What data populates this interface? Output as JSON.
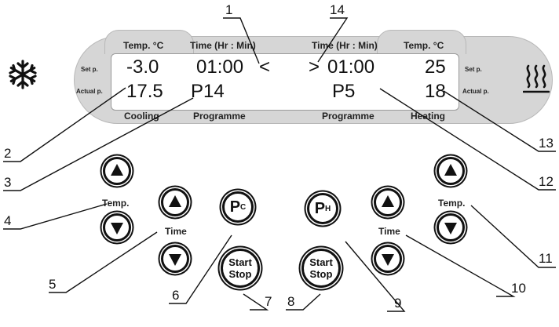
{
  "header": {
    "left_temp": "Temp. °C",
    "left_time": "Time (Hr : Min)",
    "right_time": "Time (Hr : Min)",
    "right_temp": "Temp. °C"
  },
  "footer": {
    "left_mode": "Cooling",
    "left_prog": "Programme",
    "right_prog": "Programme",
    "right_mode": "Heating"
  },
  "display": {
    "setp_label": "Set p.",
    "actual_label": "Actual p.",
    "cool_set_temp": "-3.0",
    "cool_time": "01:00",
    "left_arrow": "<",
    "right_arrow": ">",
    "heat_time": "01:00",
    "heat_set_temp": "25",
    "cool_actual_temp": "17.5",
    "cool_program": "P14",
    "heat_program": "P5",
    "heat_actual_temp": "18"
  },
  "controls": {
    "temp_label": "Temp.",
    "time_label": "Time",
    "pc_main": "P",
    "pc_sub": "C",
    "ph_main": "P",
    "ph_sub": "H",
    "start_line1": "Start",
    "start_line2": "Stop"
  },
  "callouts": {
    "n1": "1",
    "n2": "2",
    "n3": "3",
    "n4": "4",
    "n5": "5",
    "n6": "6",
    "n7": "7",
    "n8": "8",
    "n9": "9",
    "n10": "10",
    "n11": "11",
    "n12": "12",
    "n13": "13",
    "n14": "14"
  },
  "icons": {
    "cooling": "snowflake-icon",
    "heating": "heat-waves-icon"
  }
}
